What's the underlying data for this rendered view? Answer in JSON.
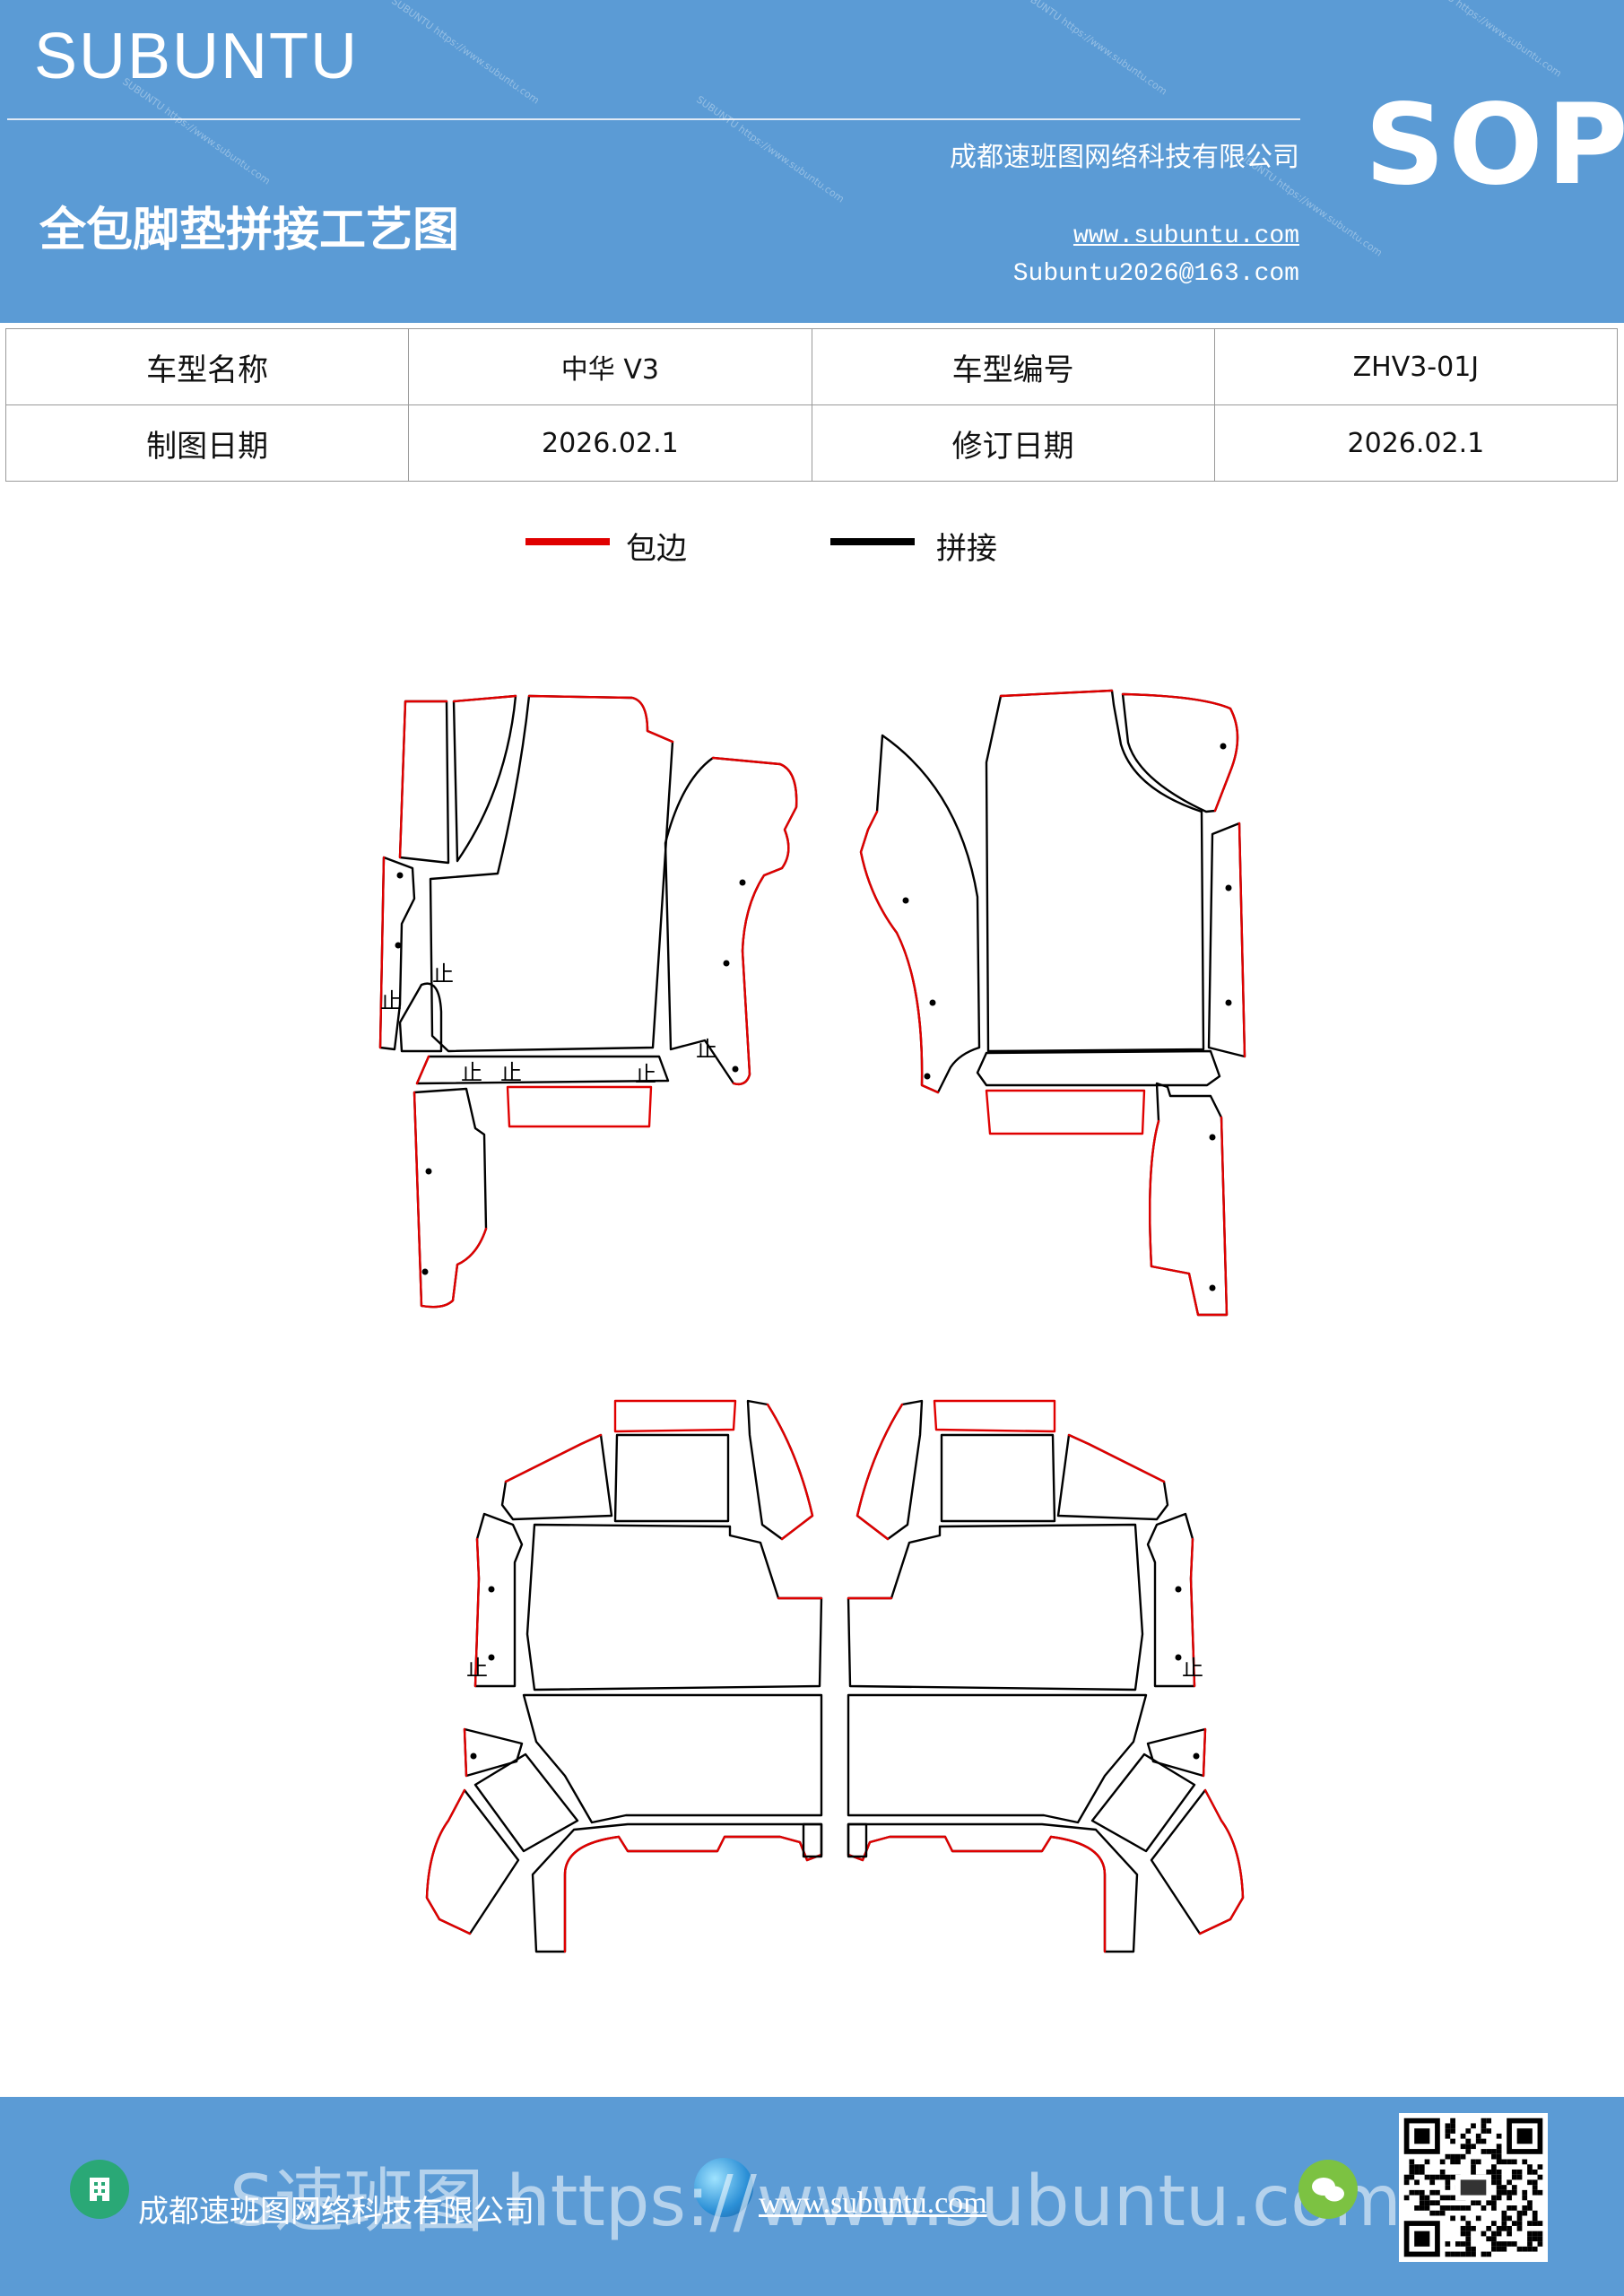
{
  "colors": {
    "brand": "#5b9bd5",
    "hem": "#e00000",
    "seam": "#000000"
  },
  "header": {
    "brand": "SUBUNTU",
    "title": "全包脚垫拼接工艺图",
    "company": "成都速班图网络科技有限公司",
    "website": "www.subuntu.com",
    "email": "Subuntu2026@163.com",
    "badge": "SOP",
    "watermark": "SUBUNTU https://www.subuntu.com"
  },
  "info_table": [
    {
      "label1": "车型名称",
      "value1": "中华 V3",
      "label2": "车型编号",
      "value2": "ZHV3-01J"
    },
    {
      "label1": "制图日期",
      "value1": "2026.02.1",
      "label2": "修订日期",
      "value2": "2026.02.1"
    }
  ],
  "legend": [
    {
      "label": "包边",
      "color": "#e00000"
    },
    {
      "label": "拼接",
      "color": "#000000"
    }
  ],
  "drawing": {
    "stop_mark": "止"
  },
  "footer": {
    "company": "成都速班图网络科技有限公司",
    "website": "www.subuntu.com",
    "overlay": "S速班图  https://www.subuntu.com"
  }
}
